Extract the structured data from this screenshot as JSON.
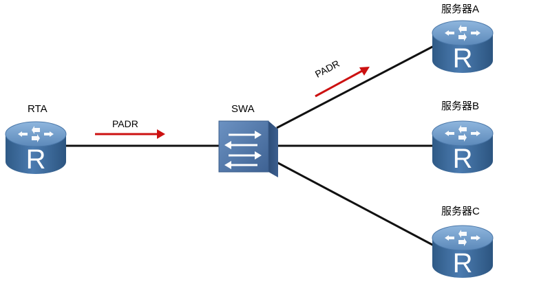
{
  "nodes": {
    "rta": {
      "label": "RTA",
      "icon": "router-icon"
    },
    "swa": {
      "label": "SWA",
      "icon": "switch-icon"
    },
    "server_a": {
      "label": "服务器A",
      "icon": "router-icon"
    },
    "server_b": {
      "label": "服务器B",
      "icon": "router-icon"
    },
    "server_c": {
      "label": "服务器C",
      "icon": "router-icon"
    }
  },
  "messages": {
    "rta_to_swa": "PADR",
    "swa_to_server_a": "PADR"
  },
  "router_letter": "R",
  "colors": {
    "router_body": "#3e6d9c",
    "router_top": "#6c98c6",
    "switch_body": "#4a6fa0",
    "link": "#111111",
    "arrow": "#cc1111"
  }
}
